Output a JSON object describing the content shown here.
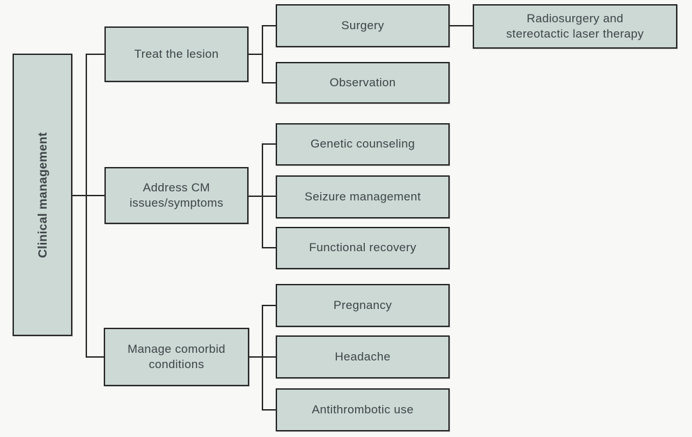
{
  "diagram": {
    "root": {
      "label": "Clinical management"
    },
    "branches": [
      {
        "label": "Treat the lesion",
        "children": [
          {
            "label": "Surgery",
            "children": [
              {
                "label": "Radiosurgery and stereotactic laser therapy"
              }
            ]
          },
          {
            "label": "Observation"
          }
        ]
      },
      {
        "label": "Address CM issues/symptoms",
        "children": [
          {
            "label": "Genetic counseling"
          },
          {
            "label": "Seizure management"
          },
          {
            "label": "Functional recovery"
          }
        ]
      },
      {
        "label": "Manage comorbid conditions",
        "children": [
          {
            "label": "Pregnancy"
          },
          {
            "label": "Headache"
          },
          {
            "label": "Antithrombotic use"
          }
        ]
      }
    ]
  },
  "colors": {
    "background": "#f8f8f7",
    "node_fill": "#ccd9d4",
    "node_border": "#2b2b2b",
    "node_text": "#3e4447",
    "connector": "#2b2b2b"
  }
}
